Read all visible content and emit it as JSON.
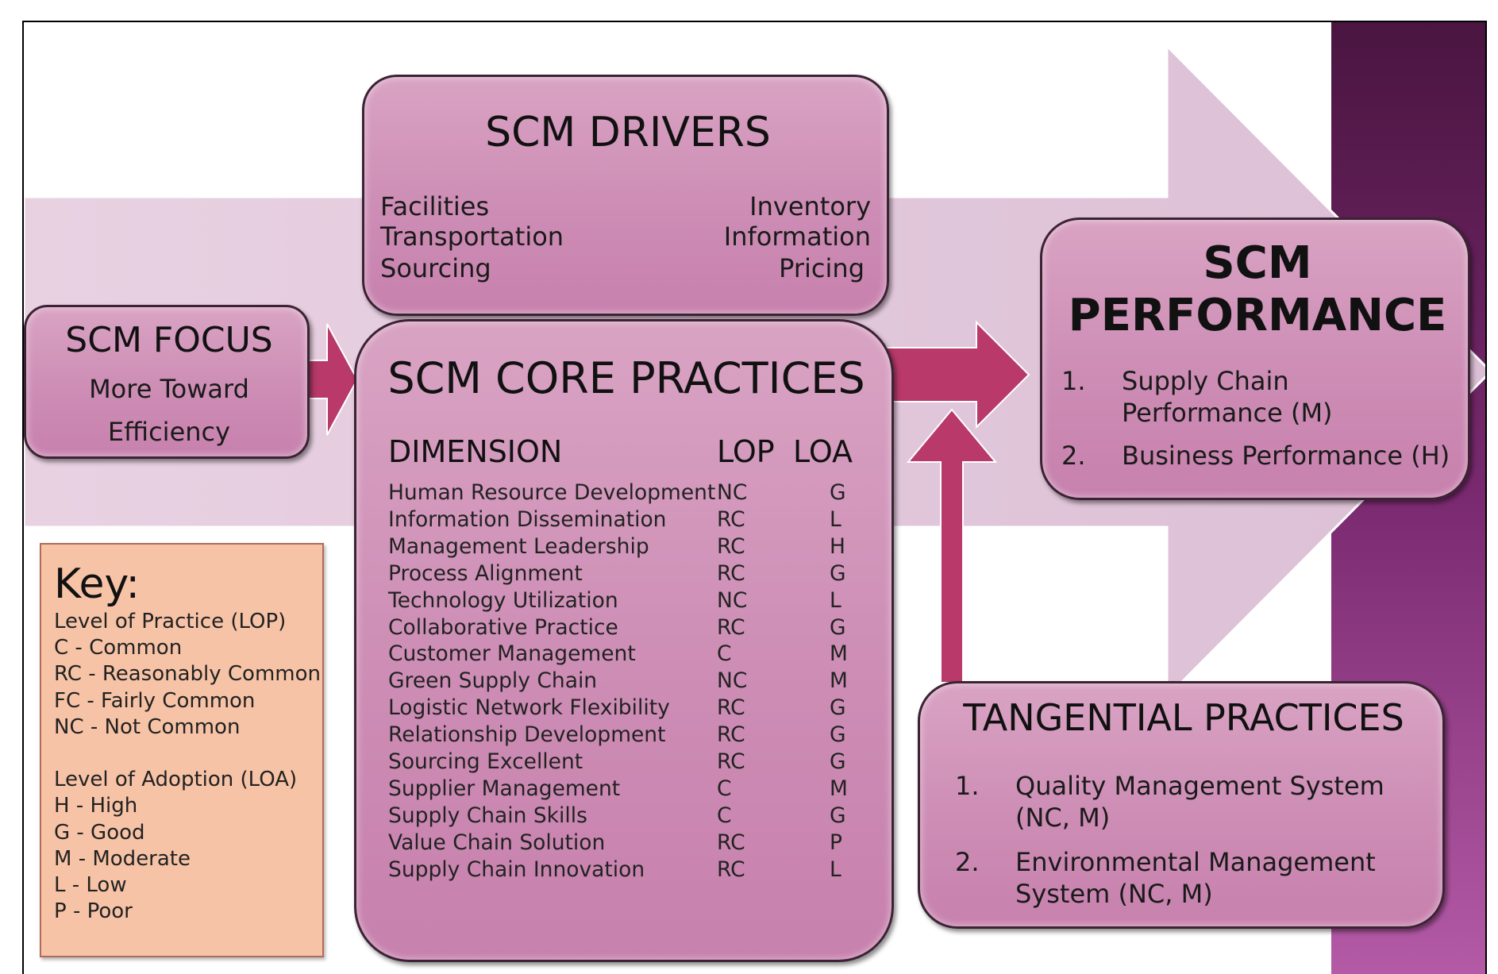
{
  "colors": {
    "arrow_band": "#e1c6da",
    "connector_arrow": "#b8396a",
    "box_fill": "#cd8db5",
    "key_fill": "#f7c3a6",
    "side_strip": "#6b1f5e"
  },
  "drivers": {
    "title": "SCM DRIVERS",
    "left": [
      "Facilities",
      "Transportation",
      "Sourcing"
    ],
    "right": [
      "Inventory",
      "Information",
      "Pricing"
    ]
  },
  "focus": {
    "title": "SCM FOCUS",
    "lines": [
      "More Toward",
      "Efficiency"
    ]
  },
  "core": {
    "title": "SCM CORE PRACTICES",
    "headers": {
      "dimension": "DIMENSION",
      "lop": "LOP",
      "loa": "LOA"
    },
    "rows": [
      {
        "dimension": "Human Resource Development",
        "lop": "NC",
        "loa": "G"
      },
      {
        "dimension": "Information Dissemination",
        "lop": "RC",
        "loa": "L"
      },
      {
        "dimension": "Management Leadership",
        "lop": "RC",
        "loa": "H"
      },
      {
        "dimension": "Process Alignment",
        "lop": "RC",
        "loa": "G"
      },
      {
        "dimension": "Technology Utilization",
        "lop": "NC",
        "loa": "L"
      },
      {
        "dimension": "Collaborative Practice",
        "lop": "RC",
        "loa": "G"
      },
      {
        "dimension": "Customer Management",
        "lop": "C",
        "loa": "M"
      },
      {
        "dimension": "Green Supply Chain",
        "lop": "NC",
        "loa": "M"
      },
      {
        "dimension": "Logistic Network Flexibility",
        "lop": "RC",
        "loa": "G"
      },
      {
        "dimension": "Relationship Development",
        "lop": "RC",
        "loa": "G"
      },
      {
        "dimension": "Sourcing Excellent",
        "lop": "RC",
        "loa": "G"
      },
      {
        "dimension": "Supplier Management",
        "lop": "C",
        "loa": "M"
      },
      {
        "dimension": "Supply Chain Skills",
        "lop": "C",
        "loa": "G"
      },
      {
        "dimension": "Value Chain Solution",
        "lop": "RC",
        "loa": "P"
      },
      {
        "dimension": "Supply Chain Innovation",
        "lop": "RC",
        "loa": "L"
      }
    ]
  },
  "performance": {
    "title_line1": "SCM",
    "title_line2": "PERFORMANCE",
    "items": [
      {
        "num": "1.",
        "line1": "Supply Chain",
        "line2": "Performance  (M)"
      },
      {
        "num": "2.",
        "line1": "Business Performance  (H)"
      }
    ]
  },
  "tangential": {
    "title": "TANGENTIAL PRACTICES",
    "items": [
      {
        "num": "1.",
        "line1": "Quality Management System",
        "line2": "(NC, M)"
      },
      {
        "num": "2.",
        "line1": "Environmental Management",
        "line2": "System (NC, M)"
      }
    ]
  },
  "key": {
    "title": "Key:",
    "lines": [
      "Level of Practice (LOP)",
      "C - Common",
      "RC - Reasonably Common",
      "FC - Fairly Common",
      "NC - Not Common",
      "",
      "Level of Adoption (LOA)",
      "H - High",
      "G - Good",
      "M - Moderate",
      "L - Low",
      "P - Poor"
    ]
  }
}
